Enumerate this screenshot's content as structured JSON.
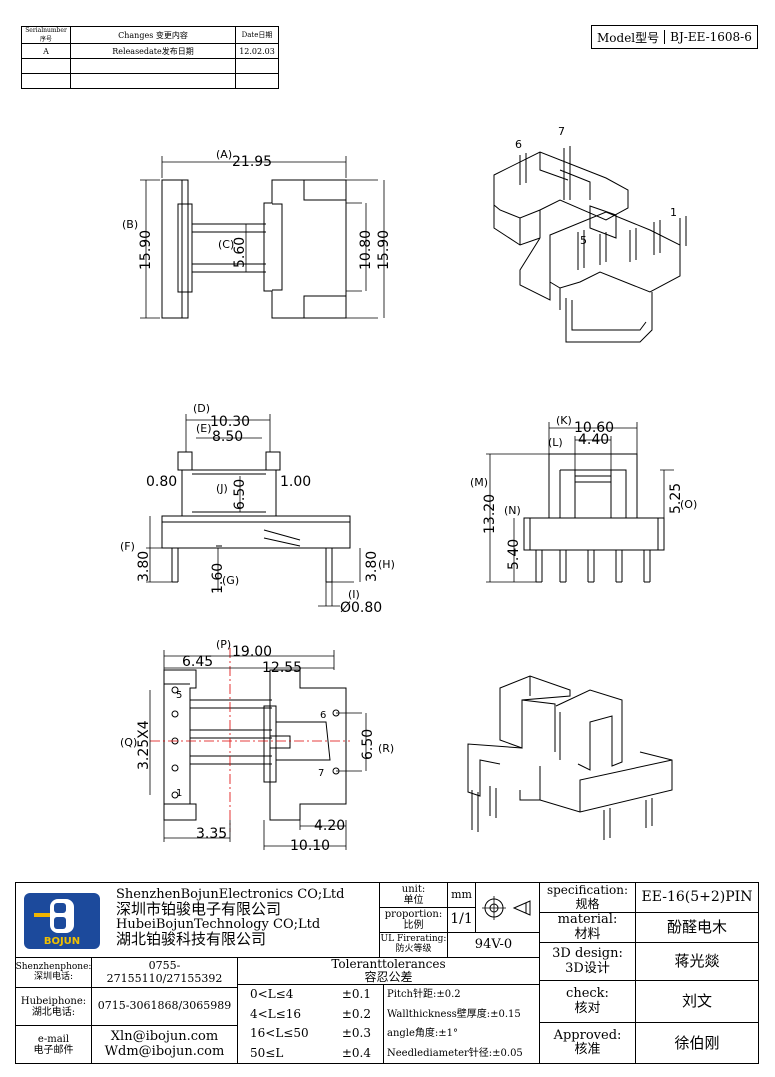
{
  "revision_table": {
    "headers": [
      "Serialnumber序号",
      "Changes 变更内容",
      "Date日期"
    ],
    "rows": [
      [
        "A",
        "Releasedate发布日期",
        "12.02.03"
      ],
      [
        "",
        "",
        ""
      ],
      [
        "",
        "",
        ""
      ]
    ]
  },
  "model": {
    "label": "Model型号",
    "value": "BJ-EE-1608-6"
  },
  "dims": {
    "A": "(A)",
    "a_val": "21.95",
    "B": "(B)",
    "b_val": "15.90",
    "C": "(C)",
    "c_val": "5.60",
    "r_10_80": "10.80",
    "r_15_90": "15.90",
    "D": "(D)",
    "d_val": "10.30",
    "E": "(E)",
    "e_val": "8.50",
    "J": "(J)",
    "j_val": "6.50",
    "v080": "0.80",
    "v100": "1.00",
    "F": "(F)",
    "f_val": "3.80",
    "G": "(G)",
    "g_val": "1.60",
    "H": "(H)",
    "h_val": "3.80",
    "I": "(I)",
    "i_val": "Ø0.80",
    "K": "(K)",
    "k_val": "10.60",
    "L": "(L)",
    "l_val": "4.40",
    "M": "(M)",
    "m_val": "13.20",
    "N": "(N)",
    "n_val": "5.40",
    "O": "(O)",
    "o_val": "5.25",
    "P": "(P)",
    "p_val": "19.00",
    "v645": "6.45",
    "v1255": "12.55",
    "Q": "(Q)",
    "q_val": "3.25X4",
    "R": "(R)",
    "r_val": "6.50",
    "v335": "3.35",
    "v420": "4.20",
    "v1010": "10.10",
    "pin5": "5",
    "pin1": "1",
    "pin6": "6",
    "pin7": "7",
    "iso_pin6": "6",
    "iso_pin7": "7",
    "iso_pin5": "5",
    "iso_pin1": "1"
  },
  "title_block": {
    "company_en_1": "ShenzhenBojunElectronics CO;Ltd",
    "company_cn_1": "深圳市铂骏电子有限公司",
    "company_en_2": "HubeiBojunTechnology CO;Ltd",
    "company_cn_2": "湖北铂骏科技有限公司",
    "logo_text": "BOJUN",
    "unit_label": "unit:\n单位",
    "unit_value": "mm",
    "proportion_label": "proportion:\n比例",
    "proportion_value": "1/1",
    "fire_label": "UL Firerating:\n防火等级",
    "fire_value": "94V-0",
    "spec_label": "specification:\n规格",
    "spec_value": "EE-16(5+2)PIN",
    "material_label": "material:\n材料",
    "material_value": "酚醛电木",
    "design_label": "3D design:\n3D设计",
    "design_value": "蒋光燚",
    "check_label": "check:\n核对",
    "check_value": "刘文",
    "approved_label": "Approved:\n核准",
    "approved_value": "徐伯刚",
    "shenzhen_label": "Shenzhenphone:\n深圳电话:",
    "shenzhen_value": "0755-27155110/27155392",
    "hubei_label": "Hubeiphone:\n湖北电话:",
    "hubei_value": "0715-3061868/3065989",
    "email_label": "e-mail\n电子邮件",
    "email_1": "Xln@ibojun.com",
    "email_2": "Wdm@ibojun.com",
    "tolerance_title": "Toleranttolerances\n容忍公差",
    "tolerances": [
      [
        "0<L≤4",
        "±0.1"
      ],
      [
        "4<L≤16",
        "±0.2"
      ],
      [
        "16<L≤50",
        "±0.3"
      ],
      [
        "50≤L",
        "±0.4"
      ]
    ],
    "notes": [
      "Pitch针距:±0.2",
      "Wallthickness壁厚度:±0.15",
      "angle角度:±1°",
      "Needlediameter针径:±0.05"
    ]
  }
}
